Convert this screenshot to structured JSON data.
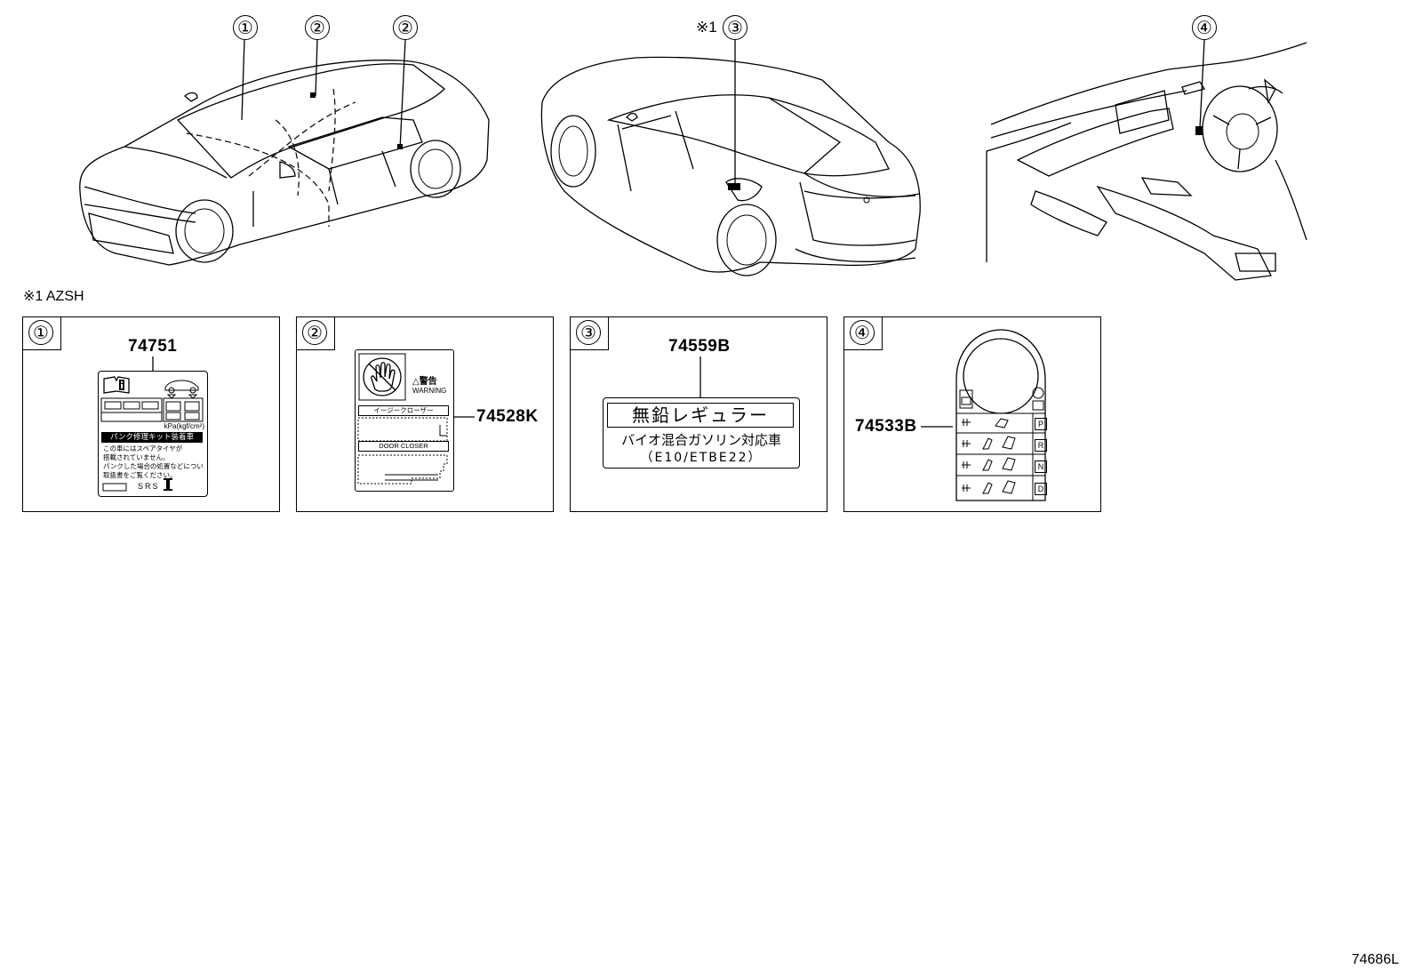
{
  "callouts": {
    "c1": "①",
    "c2a": "②",
    "c2b": "②",
    "c3": "③",
    "c4": "④"
  },
  "note_mark": "※1",
  "footnote": "※1 AZSH",
  "panels": [
    {
      "number": "①",
      "part_no": "74751",
      "label_text": {
        "unit": "kPa(kgf/cm²)",
        "banner": "パンク修理キット装着車",
        "body_lines": [
          "この車にはスペアタイヤが",
          "搭載されていません。",
          "パンクした場合の処置などについては",
          "取扱書をご覧ください。"
        ],
        "srs": "SRS"
      }
    },
    {
      "number": "②",
      "part_no": "74528K",
      "label_text": {
        "warning_jp": "△警告",
        "warning_en": "WARNING",
        "closer_jp": "イージークローザー",
        "closer_en": "DOOR CLOSER"
      }
    },
    {
      "number": "③",
      "part_no": "74559B",
      "label_text": {
        "main": "無鉛レギュラー",
        "sub": "バイオ混合ガソリン対応車",
        "paren": "（E10/ETBE22）"
      }
    },
    {
      "number": "④",
      "part_no": "74533B",
      "label_text": {
        "gears": [
          "P",
          "R",
          "N",
          "D"
        ]
      }
    }
  ],
  "diagram_code": "74686L"
}
